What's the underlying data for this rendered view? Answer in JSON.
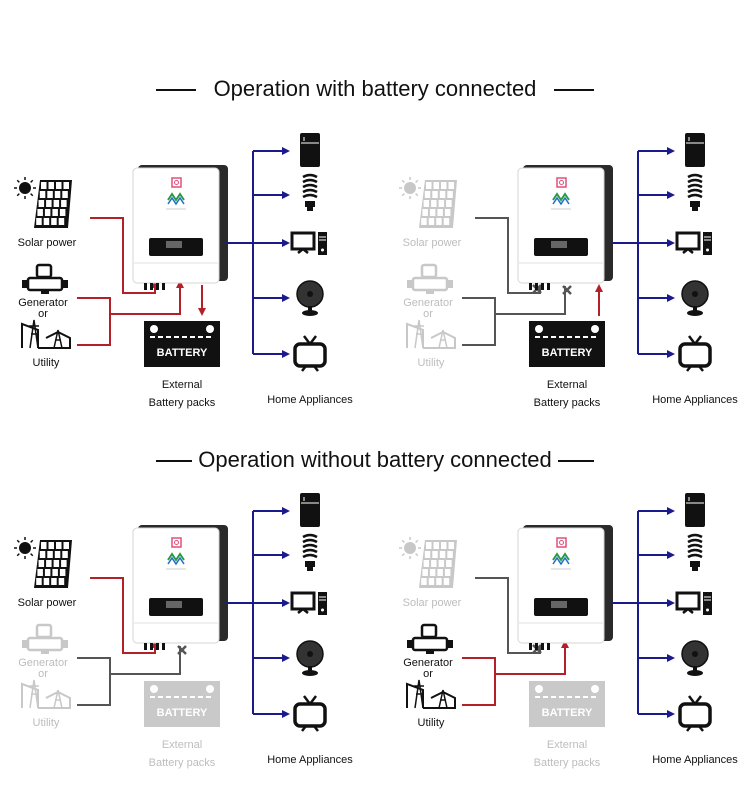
{
  "headings": {
    "with_battery": "Operation with battery connected",
    "without_battery": "Operation without battery connected"
  },
  "colors": {
    "active_line": "#b3202a",
    "inactive_line": "#555555",
    "output_line": "#1a1a8c",
    "active_icon": "#111111",
    "inactive_icon": "#c8c8c8",
    "inactive_text": "#bdbdbd",
    "logo_green": "#2a9a4a",
    "logo_blue": "#1f6fc4",
    "power_button": "#e0507a"
  },
  "labels": {
    "solar": "Solar power",
    "generator": "Generator",
    "or": "or",
    "utility": "Utility",
    "battery_text": "BATTERY",
    "battery_line1": "External",
    "battery_line2": "Battery packs",
    "appliances": "Home Appliances"
  },
  "appliances": [
    "refrigerator",
    "light-bulb",
    "computer",
    "fan",
    "television"
  ],
  "scenarios": [
    {
      "id": "with-battery-solar-grid-charging",
      "solar_active": true,
      "grid_active": true,
      "battery_active": true,
      "battery_flow": "charging",
      "solar_cut": false,
      "grid_cut": false
    },
    {
      "id": "with-battery-discharging",
      "solar_active": false,
      "grid_active": false,
      "battery_active": true,
      "battery_flow": "discharging",
      "solar_cut": true,
      "grid_cut": true
    },
    {
      "id": "without-battery-solar-only",
      "solar_active": true,
      "grid_active": false,
      "battery_active": false,
      "battery_flow": "none",
      "solar_cut": false,
      "grid_cut": true
    },
    {
      "id": "without-battery-grid-only",
      "solar_active": false,
      "grid_active": true,
      "battery_active": false,
      "battery_flow": "none",
      "solar_cut": true,
      "grid_cut": false
    }
  ]
}
